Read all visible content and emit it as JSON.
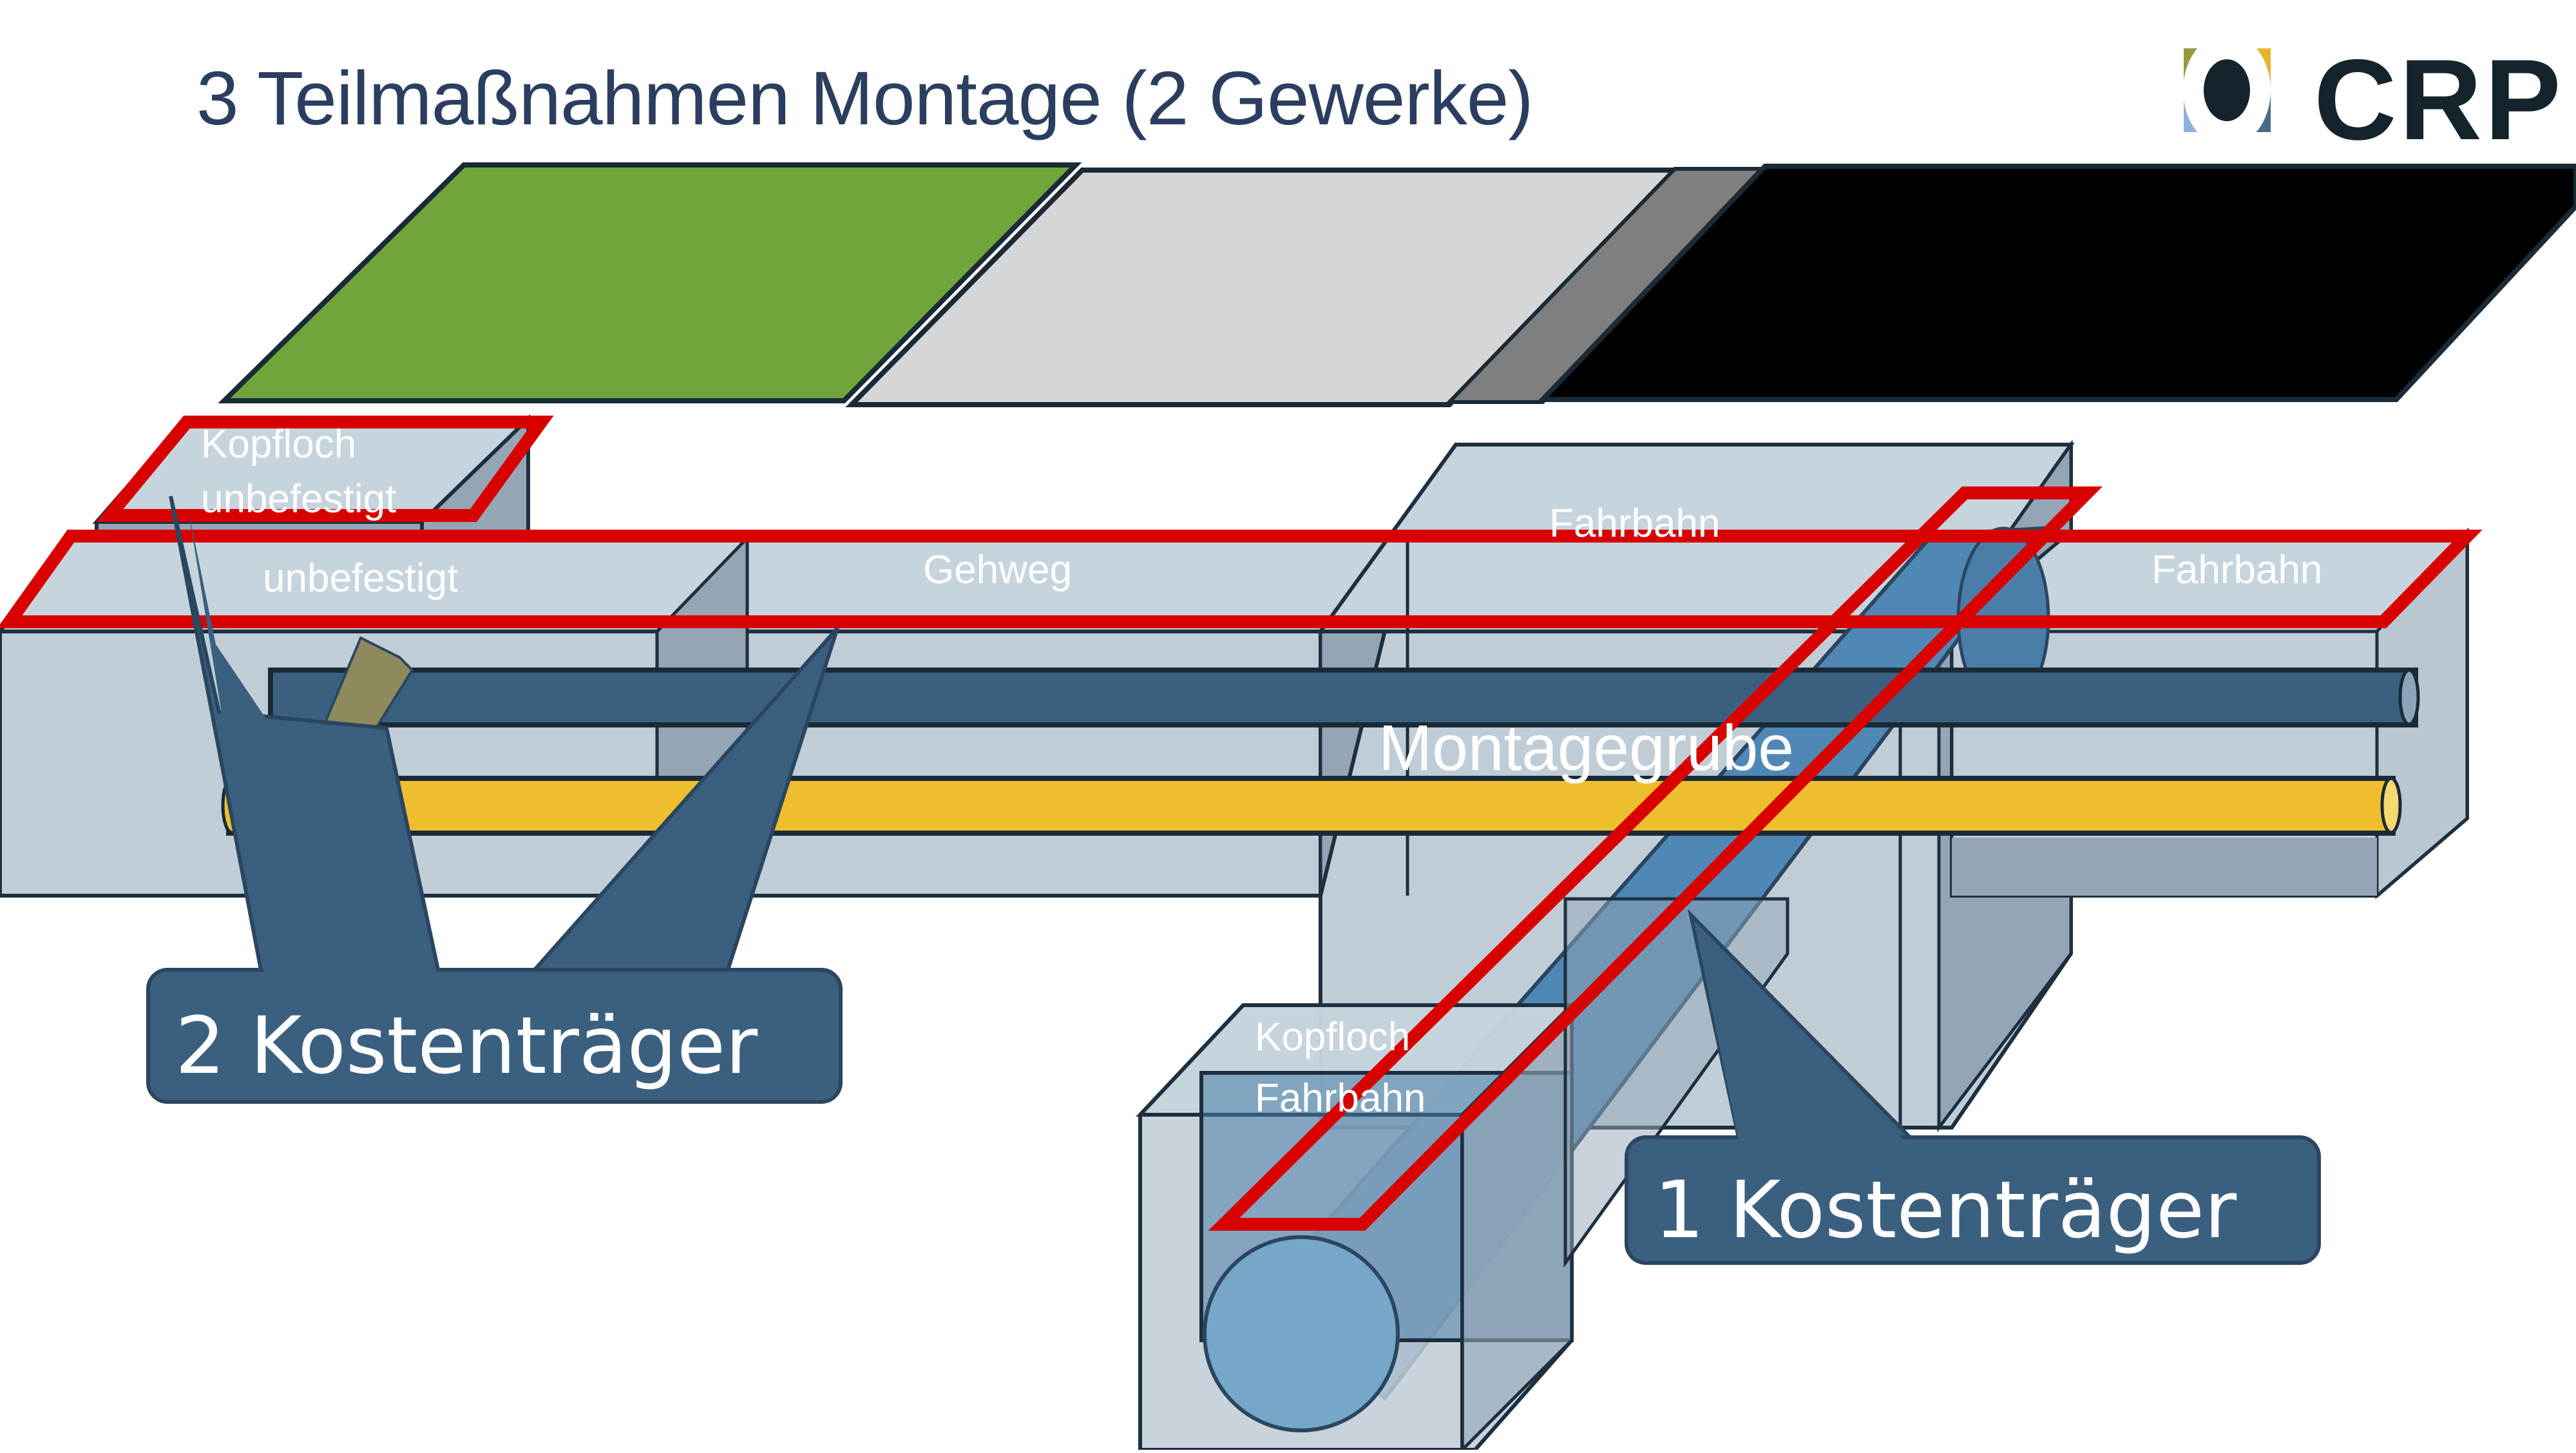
{
  "title": "3 Teilmaßnahmen Montage (2 Gewerke)",
  "logo": {
    "text": "CRP",
    "icon": "crp-logo-icon"
  },
  "surface_strips": [
    {
      "name": "green-area",
      "color": "#70a53c"
    },
    {
      "name": "sidewalk",
      "color": "#d6d6d6"
    },
    {
      "name": "curb",
      "color": "#7f7f7f"
    },
    {
      "name": "roadway",
      "color": "#000000"
    }
  ],
  "labels": {
    "kopfloch_unbefestigt_line1": "Kopfloch",
    "kopfloch_unbefestigt_line2": "unbefestigt",
    "unbefestigt": "unbefestigt",
    "gehweg": "Gehweg",
    "fahrbahn_top": "Fahrbahn",
    "fahrbahn_right": "Fahrbahn",
    "montagegrube": "Montagegrube",
    "kopfloch_fahrbahn_line1": "Kopfloch",
    "kopfloch_fahrbahn_line2": "Fahrbahn"
  },
  "callouts": {
    "left": "2 Kostenträger",
    "right": "1 Kostenträger"
  },
  "colors": {
    "title": "#2c3e60",
    "highlight_red": "#d90000",
    "callout_fill": "#3b607f",
    "pipe_blue": "#3b607f",
    "pipe_yellow": "#eebe2e",
    "main_pipe": "#4f88b5",
    "box_light": "#c6d4dd",
    "box_dark": "#94a6b6"
  }
}
